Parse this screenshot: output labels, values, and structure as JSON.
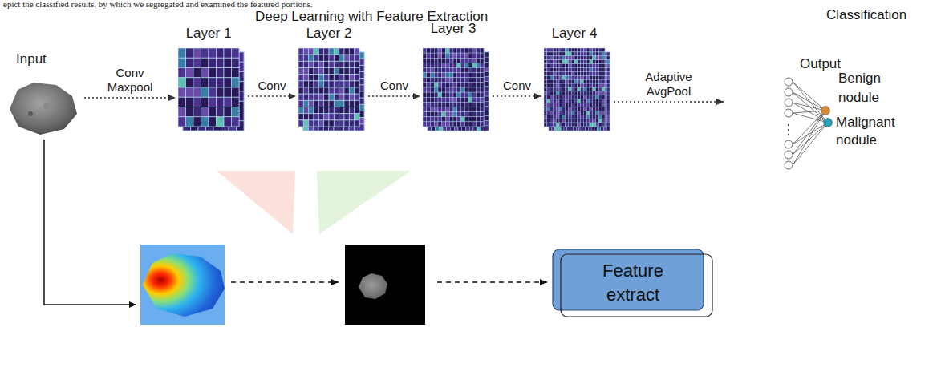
{
  "diagram": {
    "title": "Deep Learning with Feature Extraction",
    "nodes": [
      {
        "text": [
          "Input"
        ]
      },
      {
        "text": [
          "Layer 1"
        ]
      },
      {
        "text": [
          "Layer 2"
        ]
      },
      {
        "text": [
          "Layer 3"
        ]
      },
      {
        "text": [
          "Layer 4"
        ]
      },
      {
        "text": [
          "Output"
        ]
      },
      {
        "text": [
          "Benign nodule"
        ],
        "in": 5
      },
      {
        "text": [
          "Malignant nodule"
        ],
        "in": 5
      },
      {
        "text": [
          "Feature extract"
        ]
      }
    ],
    "edges": [
      {
        "from": 0,
        "to": 1,
        "label": "Conv Maxpool",
        "arrow": "to"
      },
      {
        "from": 1,
        "to": 2,
        "label": "Conv",
        "arrow": "to"
      },
      {
        "from": 2,
        "to": 3,
        "label": "Conv",
        "arrow": "to"
      },
      {
        "from": 3,
        "to": 4,
        "label": "Conv",
        "arrow": "to"
      },
      {
        "from": 4,
        "to": 5,
        "label": "Adaptive AvgPool",
        "arrow": "to"
      }
    ],
    "labels": [
      "epict the classified results, by which we segregated and examined the featured portions.",
      "Classification"
    ]
  }
}
